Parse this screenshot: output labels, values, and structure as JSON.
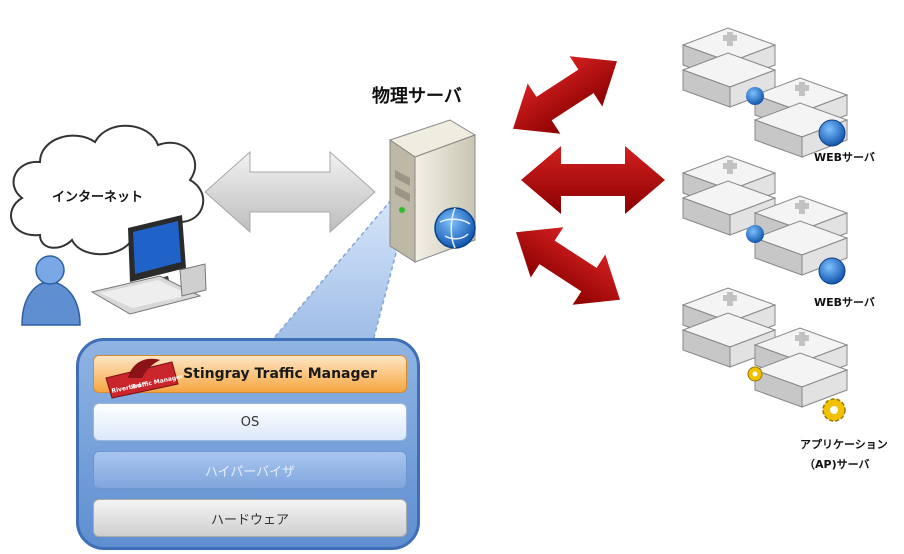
{
  "physical_server_label": "物理サーバ",
  "internet_label": "インターネット",
  "stack": {
    "stingray": "Stingray Traffic Manager",
    "os": "OS",
    "hypervisor": "ハイパーバイザ",
    "hardware": "ハードウェア",
    "logo_text_1": "Riverbed",
    "logo_text_2": "Traffic Manager"
  },
  "server_groups": [
    {
      "label": "WEBサーバ",
      "badge": "globe-icon"
    },
    {
      "label": "WEBサーバ",
      "badge": "globe-icon"
    },
    {
      "label_line1": "アプリケーション",
      "label_line2": "（AP)サーバ",
      "badge": "gear-icon"
    }
  ],
  "colors": {
    "red_arrow": "#b40000",
    "gray_arrow": "#d8d8d8",
    "stack_blue": "#6f9bd9",
    "stm_orange": "#f6a640"
  }
}
